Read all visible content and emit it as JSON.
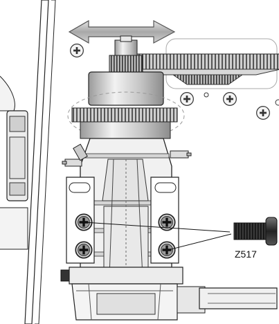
{
  "diagram": {
    "callout": {
      "part_number": "Z517"
    },
    "icons": {
      "movement_arrow": "double-arrow-horizontal",
      "screw": "phillips-screw"
    }
  }
}
